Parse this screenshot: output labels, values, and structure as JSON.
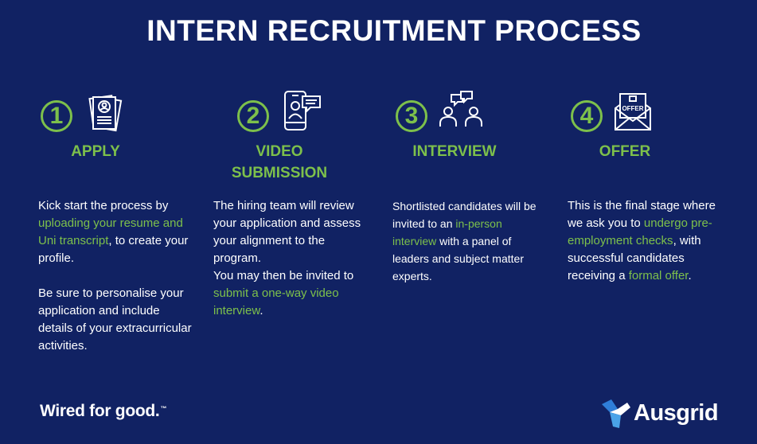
{
  "title": "INTERN RECRUITMENT PROCESS",
  "colors": {
    "background": "#112263",
    "accent": "#7dc04b",
    "text": "#ffffff",
    "logo_blue": "#2f7ed8"
  },
  "steps": [
    {
      "number": "1",
      "icon": "resume-document-icon",
      "title": "APPLY",
      "p1a": "Kick start the process by ",
      "p1b": "uploading your resume and Uni transcript",
      "p1c": ", to create your profile.",
      "p2": "Be sure to personalise your application and include details of your extracurricular activities."
    },
    {
      "number": "2",
      "icon": "phone-video-chat-icon",
      "title_line1": "VIDEO",
      "title_line2": "SUBMISSION",
      "p1": "The hiring team will review your application and assess your alignment to the program.",
      "p2a": "You may then be invited to ",
      "p2b": "submit a one-way video interview",
      "p2c": "."
    },
    {
      "number": "3",
      "icon": "people-conversation-icon",
      "title": "INTERVIEW",
      "p1a": "Shortlisted candidates  will be invited to an ",
      "p1b": "in-person interview",
      "p1c": " with a panel of leaders and subject matter experts."
    },
    {
      "number": "4",
      "icon": "offer-envelope-icon",
      "icon_text": "OFFER",
      "title": "OFFER",
      "p1a": "This is the final stage where we ask you to ",
      "p1b": "undergo pre-employment checks",
      "p1c": ", with successful candidates receiving a ",
      "p1d": "formal offer",
      "p1e": "."
    }
  ],
  "footer": {
    "tagline": "Wired for good.",
    "tagline_mark": "™",
    "brand": "Ausgrid"
  }
}
